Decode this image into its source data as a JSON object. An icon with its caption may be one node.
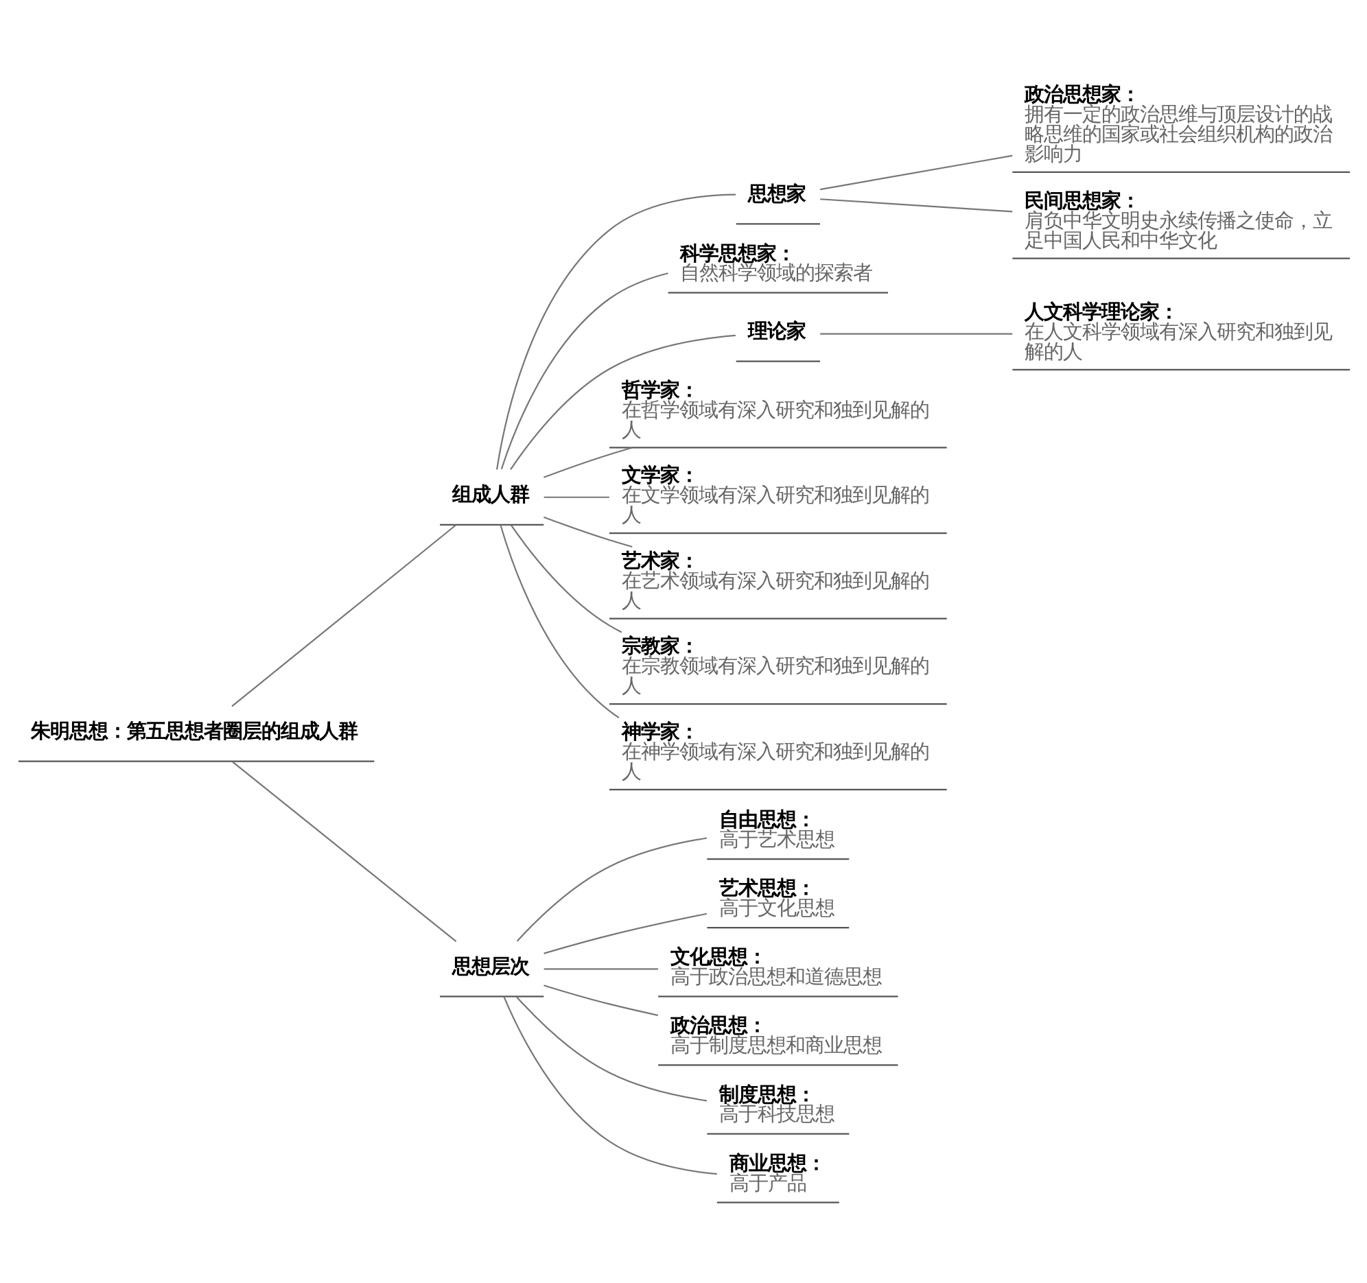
{
  "diagram": {
    "nodes": [
      {
        "text": [
          "朱明思想：第五思想者圈层的组成人群"
        ]
      },
      {
        "text": [
          "组成人群"
        ]
      },
      {
        "text": [
          "思想家"
        ]
      },
      {
        "text": [
          "政治思想家：",
          "拥有一定的政治思维与顶层设计的战略思维的国家或社会组织机构的政治影响力"
        ]
      },
      {
        "text": [
          "民间思想家：",
          "肩负中华文明史永续传播之使命，立足中国人民和中华文化"
        ]
      },
      {
        "text": [
          "科学思想家：",
          "自然科学领域的探索者"
        ]
      },
      {
        "text": [
          "理论家"
        ]
      },
      {
        "text": [
          "人文科学理论家：",
          "在人文科学领域有深入研究和独到见解的人"
        ]
      },
      {
        "text": [
          "哲学家：",
          "在哲学领域有深入研究和独到见解的人"
        ]
      },
      {
        "text": [
          "文学家：",
          "在文学领域有深入研究和独到见解的人"
        ]
      },
      {
        "text": [
          "艺术家：",
          "在艺术领域有深入研究和独到见解的人"
        ]
      },
      {
        "text": [
          "宗教家：",
          "在宗教领域有深入研究和独到见解的人"
        ]
      },
      {
        "text": [
          "神学家：",
          "在神学领域有深入研究和独到见解的人"
        ]
      },
      {
        "text": [
          "思想层次"
        ]
      },
      {
        "text": [
          "自由思想：",
          "高于艺术思想"
        ]
      },
      {
        "text": [
          "艺术思想：",
          "高于文化思想"
        ]
      },
      {
        "text": [
          "文化思想：",
          "高于政治思想和道德思想"
        ]
      },
      {
        "text": [
          "政治思想：",
          "高于制度思想和商业思想"
        ]
      },
      {
        "text": [
          "制度思想：",
          "高于科技思想"
        ]
      },
      {
        "text": [
          "商业思想：",
          "高于产品"
        ]
      }
    ],
    "edges": [
      {
        "from": 0,
        "to": 1,
        "arrow": "none"
      },
      {
        "from": 1,
        "to": 2,
        "arrow": "none"
      },
      {
        "from": 2,
        "to": 3,
        "arrow": "none"
      },
      {
        "from": 2,
        "to": 4,
        "arrow": "none"
      },
      {
        "from": 1,
        "to": 5,
        "arrow": "none"
      },
      {
        "from": 1,
        "to": 6,
        "arrow": "none"
      },
      {
        "from": 6,
        "to": 7,
        "arrow": "none"
      },
      {
        "from": 1,
        "to": 8,
        "arrow": "none"
      },
      {
        "from": 1,
        "to": 9,
        "arrow": "none"
      },
      {
        "from": 1,
        "to": 10,
        "arrow": "none"
      },
      {
        "from": 1,
        "to": 11,
        "arrow": "none"
      },
      {
        "from": 1,
        "to": 12,
        "arrow": "none"
      },
      {
        "from": 0,
        "to": 13,
        "arrow": "none"
      },
      {
        "from": 13,
        "to": 14,
        "arrow": "none"
      },
      {
        "from": 13,
        "to": 15,
        "arrow": "none"
      },
      {
        "from": 13,
        "to": 16,
        "arrow": "none"
      },
      {
        "from": 13,
        "to": 17,
        "arrow": "none"
      },
      {
        "from": 13,
        "to": 18,
        "arrow": "none"
      },
      {
        "from": 13,
        "to": 19,
        "arrow": "none"
      }
    ]
  }
}
